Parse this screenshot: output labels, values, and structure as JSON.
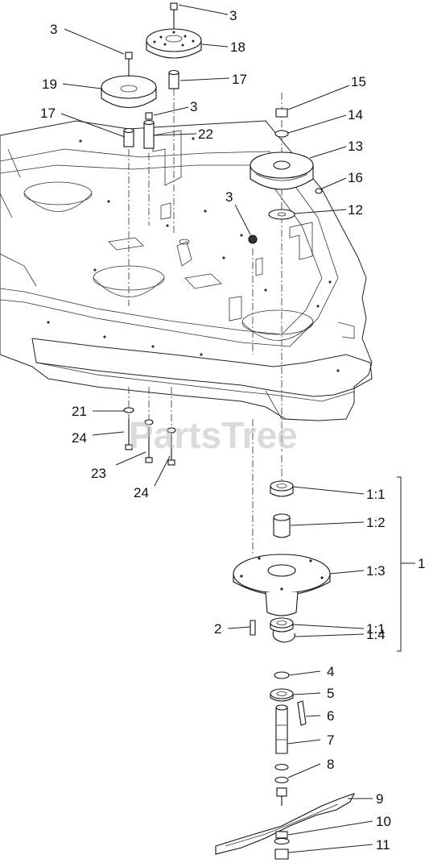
{
  "watermark": "PartsTree",
  "callouts": {
    "c3a": "3",
    "c3b": "3",
    "c3c": "3",
    "c3d": "3",
    "c18": "18",
    "c19": "19",
    "c17a": "17",
    "c17b": "17",
    "c22": "22",
    "c15": "15",
    "c14": "14",
    "c13": "13",
    "c16": "16",
    "c12": "12",
    "c21": "21",
    "c24a": "24",
    "c23": "23",
    "c24b": "24",
    "c1_1a": "1:1",
    "c1_2": "1:2",
    "c1_3": "1:3",
    "c1_1b": "1:1",
    "c1_4": "1:4",
    "c1": "1",
    "c2": "2",
    "c4": "4",
    "c5": "5",
    "c6": "6",
    "c7": "7",
    "c8": "8",
    "c9": "9",
    "c10": "10",
    "c11": "11"
  }
}
